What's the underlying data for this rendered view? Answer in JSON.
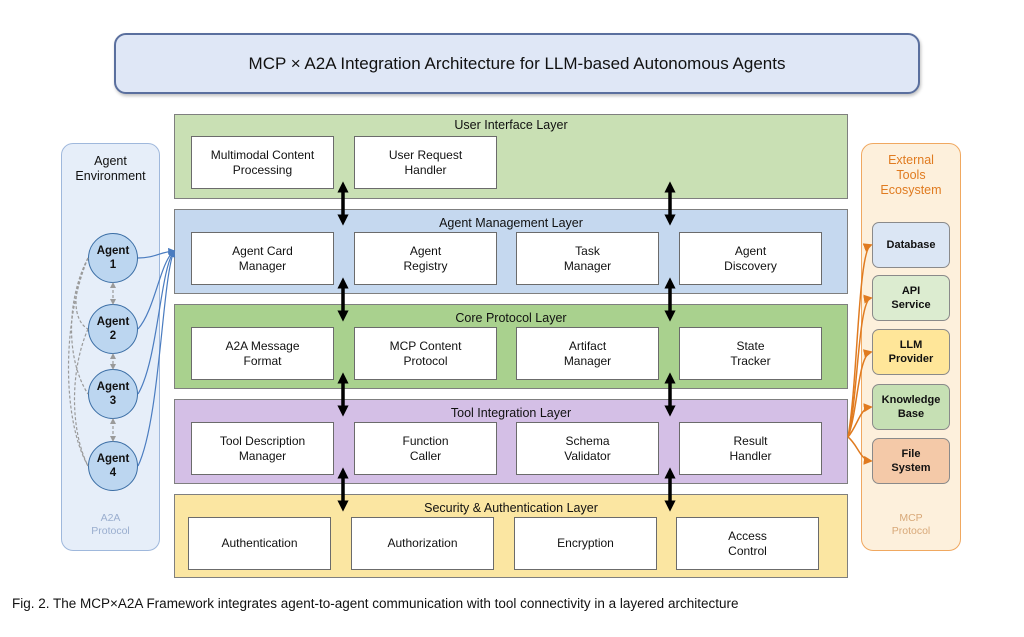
{
  "title": "MCP × A2A Integration Architecture for LLM-based Autonomous Agents",
  "layers": [
    {
      "title": "User Interface Layer",
      "color": "#c9e0b4",
      "modules": [
        "Multimodal Content\nProcessing",
        "User Request\nHandler"
      ]
    },
    {
      "title": "Agent Management Layer",
      "color": "#c5d8ef",
      "modules": [
        "Agent Card\nManager",
        "Agent\nRegistry",
        "Task\nManager",
        "Agent\nDiscovery"
      ]
    },
    {
      "title": "Core Protocol Layer",
      "color": "#a9d18e",
      "modules": [
        "A2A Message\nFormat",
        "MCP Content\nProtocol",
        "Artifact\nManager",
        "State\nTracker"
      ]
    },
    {
      "title": "Tool Integration Layer",
      "color": "#d4bfe6",
      "modules": [
        "Tool Description\nManager",
        "Function\nCaller",
        "Schema\nValidator",
        "Result\nHandler"
      ]
    },
    {
      "title": "Security & Authentication Layer",
      "color": "#fbe6a2",
      "modules": [
        "Authentication",
        "Authorization",
        "Encryption",
        "Access\nControl"
      ]
    }
  ],
  "agent_environment": {
    "title": "Agent\nEnvironment",
    "agents": [
      "Agent\n1",
      "Agent\n2",
      "Agent\n3",
      "Agent\n4"
    ],
    "footer": "A2A\nProtocol"
  },
  "tools_ecosystem": {
    "title": "External\nTools\nEcosystem",
    "tools": [
      {
        "label": "Database",
        "color": "#dbe6f4"
      },
      {
        "label": "API\nService",
        "color": "#dcecd0"
      },
      {
        "label": "LLM\nProvider",
        "color": "#ffe699"
      },
      {
        "label": "Knowledge\nBase",
        "color": "#c6e0b4"
      },
      {
        "label": "File\nSystem",
        "color": "#f4c9a8"
      }
    ],
    "footer": "MCP\nProtocol"
  },
  "caption": "Fig. 2. The MCP×A2A Framework integrates agent-to-agent communication with tool connectivity in a layered architecture",
  "colors": {
    "agent_env_bg": "#e6eef9",
    "agent_env_border": "#9fb8dc",
    "tools_bg": "#fdf0dc",
    "tools_border": "#f0a860",
    "tools_title": "#e07b20",
    "arrow_orange": "#e07b20",
    "arrow_blue": "#4a7cc0"
  }
}
